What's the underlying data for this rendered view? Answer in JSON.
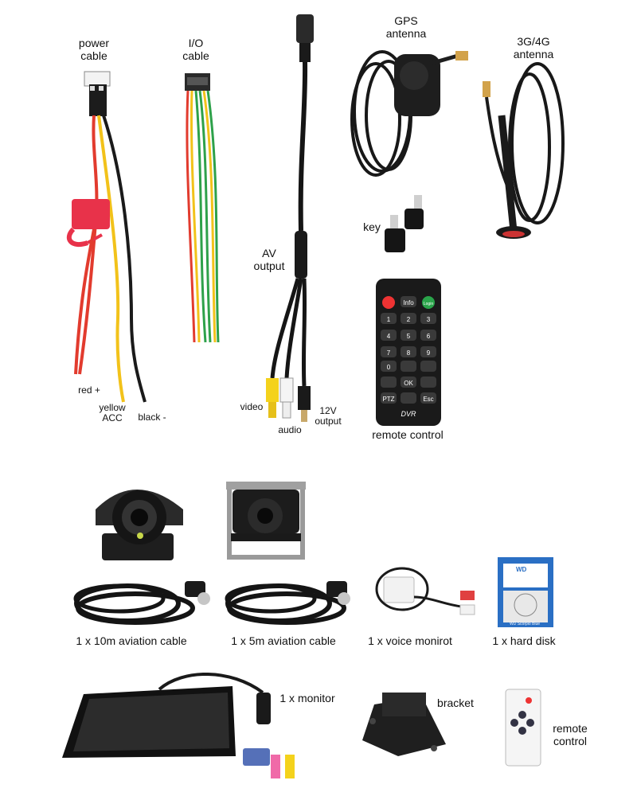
{
  "labels": {
    "power_cable_1": "power",
    "power_cable_2": "cable",
    "io_cable_1": "I/O",
    "io_cable_2": "cable",
    "gps_1": "GPS",
    "gps_2": "antenna",
    "g4_1": "3G/4G",
    "g4_2": "antenna",
    "key": "key",
    "av_1": "AV",
    "av_2": "output",
    "red": "red +",
    "yellow_1": "yellow",
    "yellow_2": "ACC",
    "black": "black -",
    "video": "video",
    "audio": "audio",
    "v12_1": "12V",
    "v12_2": "output",
    "remote": "remote control",
    "cable10": "1 x 10m aviation cable",
    "cable5": "1 x 5m aviation cable",
    "voice": "1 x voice monirot",
    "hdd": "1 x hard disk",
    "monitor": "1 x monitor",
    "bracket": "bracket",
    "remote2_1": "remote",
    "remote2_2": "control"
  },
  "remote_keys": {
    "info": "Info",
    "login": "Login",
    "k1": "1",
    "k2": "2",
    "k3": "3",
    "k4": "4",
    "k5": "5",
    "k6": "6",
    "k7": "7",
    "k8": "8",
    "k9": "9",
    "k0": "0",
    "ok": "OK",
    "ptz": "PTZ",
    "esc": "Esc",
    "brand": "DVR"
  },
  "hdd_label": {
    "brand": "WD",
    "model": "WD Scorpio Blue"
  },
  "colors": {
    "cable_red": "#e23b2e",
    "cable_yellow": "#f2c21a",
    "cable_green": "#2ea14a",
    "cable_black": "#1a1a1a",
    "rca_yellow": "#f4d21c",
    "rca_red": "#e04040",
    "hdd_blue": "#2a6fc4",
    "fuse_red": "#e8324a"
  }
}
